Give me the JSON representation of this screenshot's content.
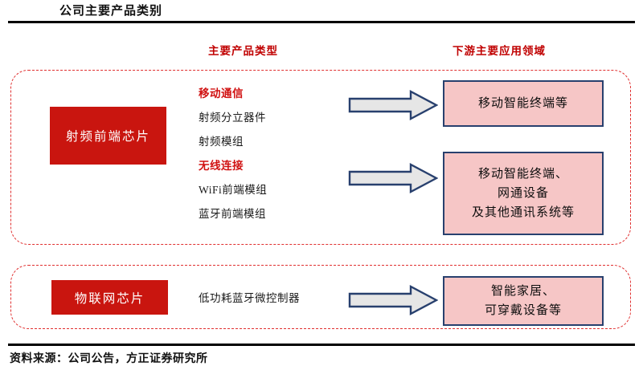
{
  "header": {
    "title": "公司主要产品类别"
  },
  "columns": {
    "products_heading": "主要产品类型",
    "applications_heading": "下游主要应用领域"
  },
  "colors": {
    "category_red": "#c9150f",
    "heading_red": "#c00000",
    "dashed_red": "#e03030",
    "application_pink": "#f6c6c6",
    "application_border": "#28406e",
    "arrow_fill": "#e6e6e6",
    "arrow_stroke": "#28406e"
  },
  "groups": [
    {
      "id": "rf",
      "category": "射频前端芯片",
      "products": [
        {
          "text": "移动通信",
          "is_group": true
        },
        {
          "text": "射频分立器件",
          "is_group": false
        },
        {
          "text": "射频模组",
          "is_group": false
        },
        {
          "text": "无线连接",
          "is_group": true
        },
        {
          "text": "WiFi前端模组",
          "is_group": false
        },
        {
          "text": "蓝牙前端模组",
          "is_group": false
        }
      ],
      "applications": [
        {
          "lines": [
            "移动智能终端等"
          ]
        },
        {
          "lines": [
            "移动智能终端、",
            "网通设备",
            "及其他通讯系统等"
          ]
        }
      ]
    },
    {
      "id": "iot",
      "category": "物联网芯片",
      "products": [
        {
          "text": "低功耗蓝牙微控制器",
          "is_group": false
        }
      ],
      "applications": [
        {
          "lines": [
            "智能家居、",
            "可穿戴设备等"
          ]
        }
      ]
    }
  ],
  "arrows": {
    "icon": "right-arrow-icon",
    "count": 3
  },
  "footer": {
    "source": "资料来源：公司公告，方正证券研究所"
  }
}
